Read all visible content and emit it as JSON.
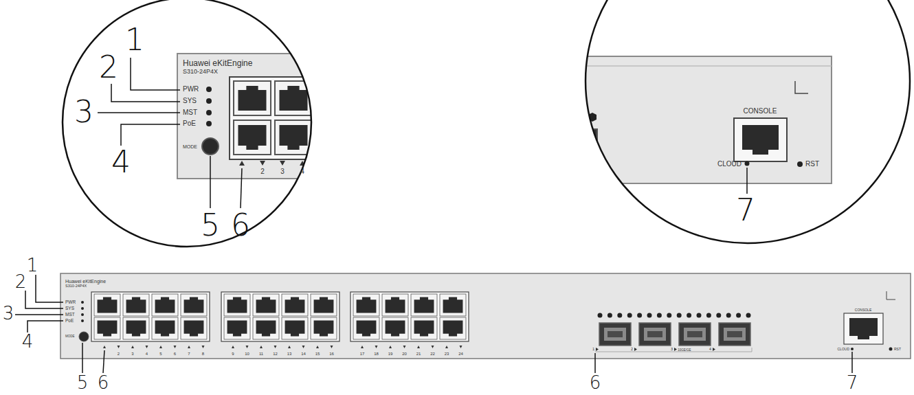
{
  "diagram": {
    "labels": [
      "1",
      "2",
      "3",
      "4",
      "5",
      "6",
      "Huawei eKitEngine",
      "S310-24P4X",
      "PWR",
      "SYS",
      "MST",
      "PoE",
      "MODE",
      "2",
      "3",
      "4",
      "CONSOLE",
      "CLOUD",
      "RST",
      "7",
      "Huawei eKitEngine",
      "S310-24P4X",
      "PWR",
      "SYS",
      "MST",
      "PoE",
      "MODE",
      "2",
      "3",
      "4",
      "5",
      "6",
      "7",
      "8",
      "9",
      "10",
      "11",
      "12",
      "13",
      "14",
      "15",
      "16",
      "17",
      "18",
      "19",
      "20",
      "21",
      "22",
      "23",
      "24",
      "1",
      "2",
      "3",
      "4",
      "10GE/GE",
      "CONSOLE",
      "CLOUD",
      "RST",
      "1",
      "2",
      "3",
      "4",
      "5",
      "6",
      "6",
      "7"
    ]
  }
}
